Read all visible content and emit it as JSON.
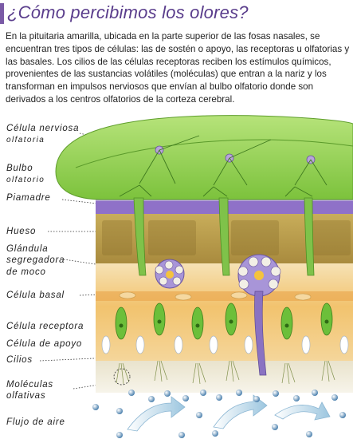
{
  "title": "¿Cómo percibimos los olores?",
  "intro": "En la pituitaria amarilla, ubicada en la parte superior de las fosas nasales, se encuentran tres tipos de células: las de sostén o apoyo, las receptoras u olfatorias y las basales. Los cilios de las células receptoras reciben los estímulos químicos, provenientes de las sustancias volátiles (moléculas) que entran a la nariz y los transforman en impulsos nerviosos que envían al bulbo olfatorio donde son derivados a los centros olfatorios de la corteza cerebral.",
  "labels": {
    "celula_nerviosa_1": "Célula nerviosa",
    "celula_nerviosa_2": "olfatoria",
    "bulbo_1": "Bulbo",
    "bulbo_2": "olfatorio",
    "piamadre": "Piamadre",
    "hueso": "Hueso",
    "glandula_1": "Glándula",
    "glandula_2": "segregadora",
    "glandula_3": "de moco",
    "celula_basal": "Célula basal",
    "celula_receptora": "Célula receptora",
    "celula_apoyo": "Célula de apoyo",
    "cilios": "Cilios",
    "moleculas_1": "Moléculas",
    "moleculas_2": "olfativas",
    "flujo_aire": "Flujo de aire"
  },
  "colors": {
    "title": "#5a3d8c",
    "bulb": "#8fd14a",
    "piamadre": "#8a6bc2",
    "bone": "#b89a4a",
    "mucosa": "#f0b55a",
    "cell": "#6cbf3a",
    "air_arrow": "#cfe3ef"
  }
}
